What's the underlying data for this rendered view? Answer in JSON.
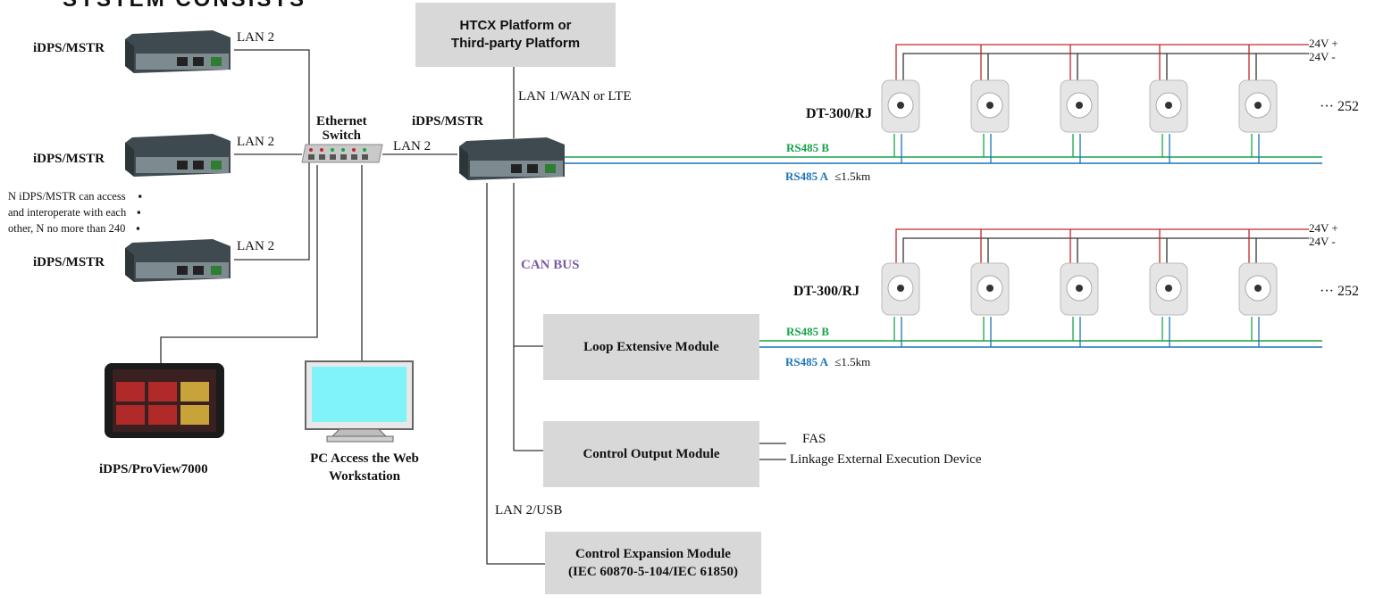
{
  "title_partial": "SYSTEM CONSISTS",
  "platform_box": {
    "line1": "HTCX Platform or",
    "line2": "Third-party Platform"
  },
  "links": {
    "lan2": "LAN 2",
    "lan1_wan_lte": "LAN 1/WAN  or  LTE",
    "lan2_usb": "LAN 2/USB",
    "can_bus": "CAN BUS"
  },
  "devices": {
    "mstr": "iDPS/MSTR",
    "switch_line1": "Ethernet",
    "switch_line2": "Switch",
    "proview": "iDPS/ProView7000",
    "pc_line1": "PC  Access the Web",
    "pc_line2": "Workstation",
    "detector": "DT-300/RJ"
  },
  "note": [
    "N iDPS/MSTR can access",
    "and interoperate with each",
    "other, N no more than 240"
  ],
  "bus": {
    "rs485b": "RS485 B",
    "rs485a": "RS485 A",
    "distance": "≤1.5km",
    "v_plus": "24V +",
    "v_minus": "24V -",
    "count": "··· 252"
  },
  "modules": {
    "loop": "Loop Extensive Module",
    "control_output": "Control Output Module",
    "control_expansion_line1": "Control Expansion Module",
    "control_expansion_line2": "(IEC 60870-5-104/IEC 61850)"
  },
  "outputs": {
    "fas": "FAS",
    "linkage": "Linkage External Execution Device"
  },
  "colors": {
    "rs485b": "#16a34a",
    "rs485a": "#1a73b8",
    "power_plus": "#c0272d",
    "power_minus": "#333333",
    "can_bus": "#7c5ba6",
    "box_fill": "#d8d8d8"
  }
}
